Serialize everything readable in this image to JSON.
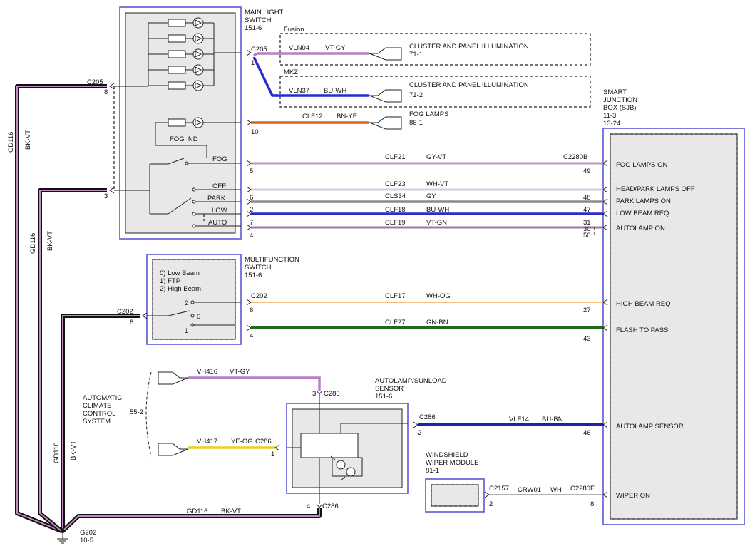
{
  "colors": {
    "vt_gy": "#b77fc4",
    "bu_wh": "#2b2bd0",
    "bn_ye": "#d8641e",
    "gy_vt": "#b899c4",
    "wh_vt": "#d8c8de",
    "gy": "#8a8a8a",
    "vt_gn": "#9c78ae",
    "wh_og": "#f2c27a",
    "gn_bn": "#1d6b1b",
    "bu_bn": "#1f1fb0",
    "ye_og": "#e8d21c",
    "wh": "#9a9a9a",
    "bk_vt": "#3a1f36",
    "module_outline": "#5a5ad6",
    "module_fill": "#e8e8e8"
  },
  "modules": {
    "mls_title": [
      "MAIN LIGHT",
      "SWITCH",
      "151-6"
    ],
    "mfs_title": [
      "MULTIFUNCTION",
      "SWITCH",
      "151-6"
    ],
    "mfs_modes": [
      "0) Low Beam",
      "1) FTP",
      "2) High Beam"
    ],
    "sjb_title": [
      "SMART",
      "JUNCTION",
      "BOX (SJB)",
      "11-3",
      "13-24"
    ],
    "autolamp_title": [
      "AUTOLAMP/SUNLOAD",
      "SENSOR",
      "151-6"
    ],
    "acc_title": [
      "AUTOMATIC",
      "CLIMATE",
      "CONTROL",
      "SYSTEM"
    ],
    "acc_ref": "55-2",
    "wiper_title": [
      "WINDSHIELD",
      "WIPER MODULE",
      "81-1"
    ]
  },
  "variants": {
    "fusion": "Fusion",
    "mkz": "MKZ"
  },
  "switch_labels": {
    "fog_ind": "FOG IND",
    "fog": "FOG",
    "off": "OFF",
    "park": "PARK",
    "low": "LOW",
    "auto": "AUTO"
  },
  "connectors": {
    "c205": "C205",
    "c202": "C202",
    "c286": "C286",
    "c2157": "C2157",
    "c2280b": "C2280B",
    "c2280f": "C2280F",
    "g202": "G202",
    "g202_ref": "10-5"
  },
  "pins": {
    "c205_left": "8",
    "ms_left": "3",
    "c202_left": "8",
    "c205_top": "1",
    "mfs_sw_2": "2",
    "mfs_sw_0": "0",
    "mfs_sw_1": "1",
    "c286_3": "3",
    "c286_1": "1",
    "c286_2": "2",
    "c286_4": "4",
    "wiper_2": "2"
  },
  "circuits": [
    {
      "name": "CLF12",
      "color": "BN-YE",
      "left_pin": "10",
      "right_pin": "",
      "dest": "FOG LAMPS",
      "dest_ref": "86-1"
    },
    {
      "name": "CLF21",
      "color": "GY-VT",
      "left_pin": "5",
      "right_pin": "49",
      "dest": "FOG LAMPS ON"
    },
    {
      "name": "CLF23",
      "color": "WH-VT",
      "left_pin": "6",
      "right_pin": "48",
      "dest": "HEAD/PARK LAMPS OFF"
    },
    {
      "name": "CLS34",
      "color": "GY",
      "left_pin": "2",
      "right_pin": "47",
      "dest": "PARK LAMPS ON"
    },
    {
      "name": "CLF18",
      "color": "BU-WH",
      "left_pin": "7",
      "right_pin": "31",
      "dest": "LOW BEAM REQ"
    },
    {
      "name": "CLF19",
      "color": "VT-GN",
      "left_pin": "4",
      "right_pin": "30",
      "dest": "AUTOLAMP ON"
    },
    {
      "name": "",
      "color": "",
      "left_pin": "",
      "right_pin": "50",
      "dest": ""
    },
    {
      "name": "CLF17",
      "color": "WH-OG",
      "left_pin": "6",
      "right_pin": "27",
      "dest": "HIGH BEAM REQ"
    },
    {
      "name": "CLF27",
      "color": "GN-BN",
      "left_pin": "4",
      "right_pin": "43",
      "dest": "FLASH TO PASS"
    },
    {
      "name": "VLF14",
      "color": "BU-BN",
      "left_pin": "",
      "right_pin": "46",
      "dest": "AUTOLAMP SENSOR"
    },
    {
      "name": "CRW01",
      "color": "WH",
      "left_pin": "",
      "right_pin": "8",
      "dest": "WIPER ON"
    }
  ],
  "illumination": [
    {
      "name": "VLN04",
      "color": "VT-GY",
      "dest": "CLUSTER AND PANEL ILLUMINATION",
      "dest_ref": "71-1"
    },
    {
      "name": "VLN37",
      "color": "BU-WH",
      "dest": "CLUSTER AND PANEL ILLUMINATION",
      "dest_ref": "71-2"
    }
  ],
  "acc_wires": [
    {
      "name": "VH416",
      "color": "VT-GY"
    },
    {
      "name": "VH417",
      "color": "YE-OG"
    }
  ],
  "ground": {
    "name": "GD116",
    "color": "BK-VT"
  }
}
